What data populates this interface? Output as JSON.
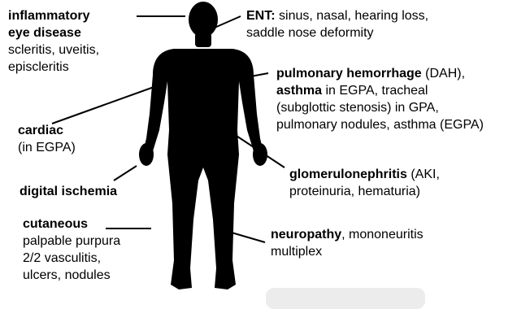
{
  "labels": {
    "eye": {
      "title_line1": "inflammatory",
      "title_line2": "eye disease",
      "detail_line1": "scleritis, uveitis,",
      "detail_line2": "episcleritis"
    },
    "ent": {
      "title": "ENT:",
      "detail_line1": " sinus, nasal, hearing loss,",
      "detail_line2": "saddle nose deformity"
    },
    "pulmonary": {
      "title": "pulmonary hemorrhage",
      "title_suffix": " (DAH),",
      "asthma": "asthma",
      "asthma_suffix": " in EGPA, tracheal",
      "line3": "(subglottic stenosis) in GPA,",
      "line4": "pulmonary nodules, asthma (EGPA)"
    },
    "cardiac": {
      "title": "cardiac",
      "detail": "(in EGPA)"
    },
    "glomerulo": {
      "title": "glomerulonephritis",
      "title_suffix": " (AKI,",
      "line2": "proteinuria, hematuria)"
    },
    "digital": {
      "title": "digital ischemia"
    },
    "cutaneous": {
      "title": "cutaneous",
      "line2": "palpable purpura",
      "line3": "2/2 vasculitis,",
      "line4": "ulcers, nodules"
    },
    "neuropathy": {
      "title": "neuropathy",
      "title_suffix": ", mononeuritis",
      "line2": "multiplex"
    }
  },
  "colors": {
    "silhouette": "#000000",
    "watermark_box": "#ececec"
  }
}
